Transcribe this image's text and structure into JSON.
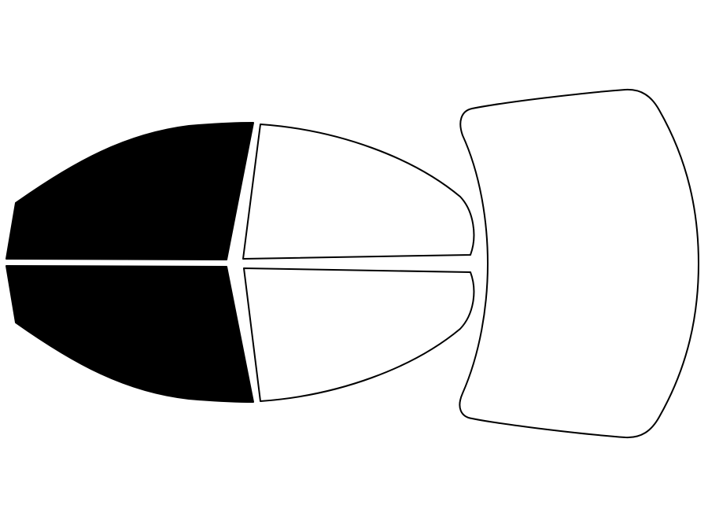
{
  "colors": {
    "background": "#ffffff",
    "outline": "#000000",
    "tinted": "#000000",
    "untinted": "#ffffff"
  },
  "panes": [
    {
      "id": "front-window-upper",
      "tinted": true
    },
    {
      "id": "front-window-lower",
      "tinted": true
    },
    {
      "id": "rear-window-upper",
      "tinted": false
    },
    {
      "id": "rear-window-lower",
      "tinted": false
    },
    {
      "id": "back-windshield",
      "tinted": false
    }
  ]
}
